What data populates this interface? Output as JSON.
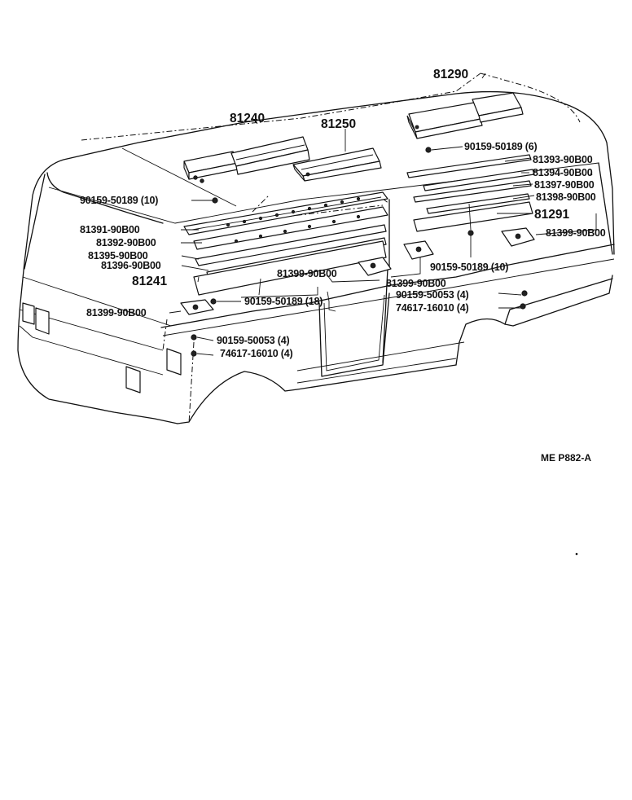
{
  "diagram": {
    "figure_code": "ME P882-A",
    "callouts": {
      "c81290": "81290",
      "c81240": "81240",
      "c81250": "81250",
      "c81291": "81291",
      "c81241": "81241",
      "c90159_6": "90159-50189 (6)",
      "c81393": "81393-90B00",
      "c81394": "81394-90B00",
      "c81397": "81397-90B00",
      "c81398": "81398-90B00",
      "c81399_right": "81399-90B00",
      "c90159_10_left": "90159-50189 (10)",
      "c81391": "81391-90B00",
      "c81392": "81392-90B00",
      "c81395": "81395-90B00",
      "c81396": "81396-90B00",
      "c81399_center": "81399-90B00",
      "c81399_mid": "81399-90B00",
      "c90159_10_right": "90159-50189 (10)",
      "c90159_50053_right": "90159-50053 (4)",
      "c74617_right": "74617-16010 (4)",
      "c90159_18": "90159-50189 (18)",
      "c81399_left": "81399-90B00",
      "c90159_50053_left": "90159-50053 (4)",
      "c74617_left": "74617-16010 (4)"
    }
  }
}
